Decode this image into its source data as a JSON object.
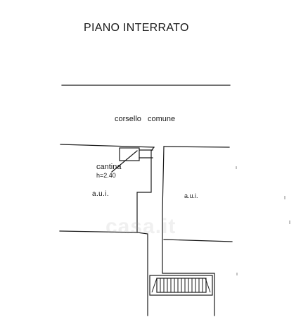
{
  "plan": {
    "title": "PIANO INTERRATO",
    "corridor_label": "corsello comune",
    "cellar_label": "cantina",
    "cellar_height": "h=2.40",
    "aui_left": "a.u.i.",
    "aui_right": "a.u.i."
  },
  "watermark": {
    "text": "casa.it"
  }
}
